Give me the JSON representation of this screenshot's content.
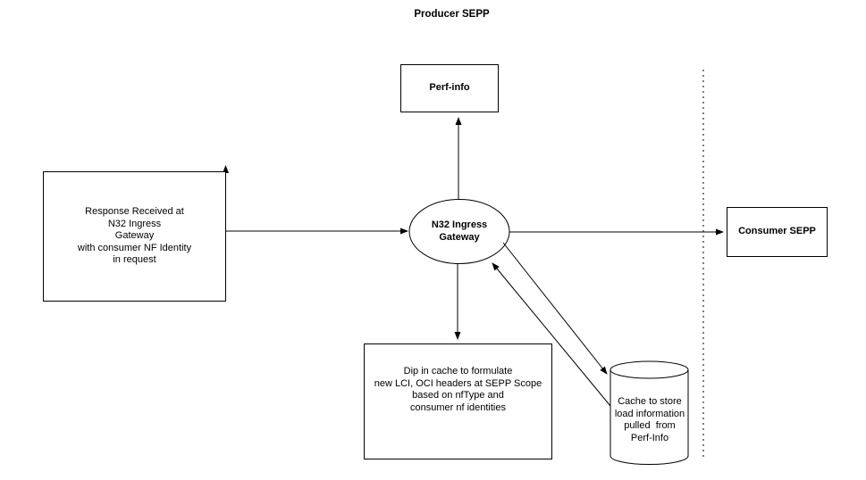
{
  "title": "Producer SEPP",
  "colors": {
    "stroke": "#000000",
    "fill": "#ffffff",
    "text": "#000000"
  },
  "nodes": {
    "perf_info": {
      "label": "Perf-info"
    },
    "response_box": {
      "lines": [
        "Response Received at",
        "N32 Ingress",
        "Gateway",
        "with consumer NF Identity",
        "in request"
      ]
    },
    "gateway": {
      "lines": [
        "N32 Ingress",
        "Gateway"
      ]
    },
    "consumer_sepp": {
      "label": "Consumer SEPP"
    },
    "cache_dip_box": {
      "lines": [
        "Dip in cache to formulate",
        "new LCI, OCI headers at SEPP Scope",
        "based on nfType and",
        "consumer nf identities"
      ]
    },
    "cache_db": {
      "lines": [
        "Cache to store",
        "load information",
        "pulled  from",
        "Perf-Info"
      ]
    }
  }
}
